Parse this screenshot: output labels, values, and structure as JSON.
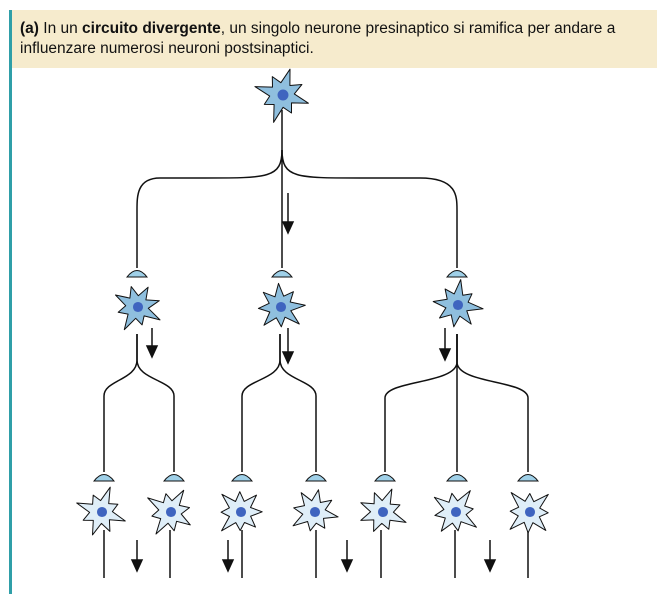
{
  "caption": {
    "label": "(a)",
    "text_before": " In un ",
    "term": "circuito divergente",
    "text_after": ", un singolo neurone presinaptico si ramifica per andare a influenzare numerosi neuroni postsinaptici."
  },
  "colors": {
    "frame_rule": "#2f9fa8",
    "caption_bg": "#f6ebcd",
    "presynaptic_neuron": "#8fbfde",
    "postsynaptic_neuron": "#dfeef8",
    "nucleus": "#3f64bf",
    "terminal": "#9fd0e8",
    "line": "#111111"
  },
  "diagram": {
    "levels": [
      {
        "name": "presynaptic",
        "neurons": 1
      },
      {
        "name": "intermediate",
        "neurons": 3
      },
      {
        "name": "postsynaptic",
        "neurons": 7
      }
    ]
  }
}
